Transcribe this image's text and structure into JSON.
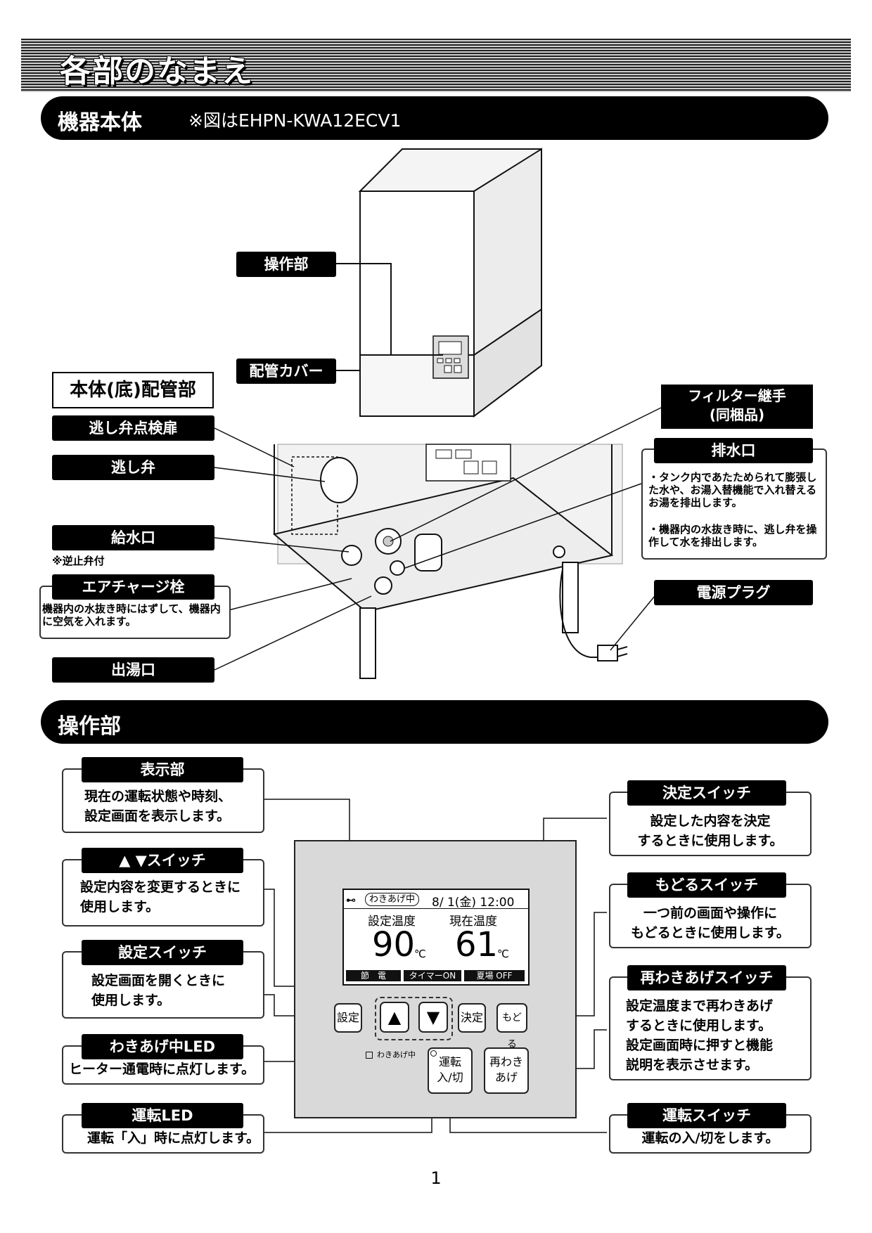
{
  "page_title": "各部のなまえ",
  "section1": {
    "title": "機器本体",
    "note": "※図はEHPN-KWA12ECV1"
  },
  "section2": {
    "title": "操作部"
  },
  "unit_labels": {
    "control_panel": "操作部",
    "pipe_cover": "配管カバー",
    "bottom_piping_heading": "本体(底)配管部",
    "relief_valve_door": "逃し弁点検扉",
    "relief_valve": "逃し弁",
    "water_inlet": "給水口",
    "water_inlet_note": "※逆止弁付",
    "air_charge": "エアチャージ栓",
    "air_charge_desc": "機器内の水抜き時にはずして、機器内に空気を入れます。",
    "hot_outlet": "出湯口",
    "filter_joint": "フィルター継手\n(同梱品)",
    "drain": "排水口",
    "drain_desc_1": "・タンク内であたためられて膨張した水や、お湯入替機能で入れ替えるお湯を排出します。",
    "drain_desc_2": "・機器内の水抜き時に、逃し弁を操作して水を排出します。",
    "power_plug": "電源プラグ"
  },
  "panel_callouts": {
    "display": {
      "label": "表示部",
      "desc": "現在の運転状態や時刻、\n設定画面を表示します。"
    },
    "updown": {
      "label": "▲ ▼スイッチ",
      "desc": "設定内容を変更するときに\n使用します。"
    },
    "settings": {
      "label": "設定スイッチ",
      "desc": "設定画面を開くときに\n使用します。"
    },
    "heating_led": {
      "label": "わきあげ中LED",
      "desc": "ヒーター通電時に点灯します。"
    },
    "run_led": {
      "label": "運転LED",
      "desc": "運転「入」時に点灯します。"
    },
    "decide": {
      "label": "決定スイッチ",
      "desc": "設定した内容を決定\nするときに使用します。"
    },
    "back": {
      "label": "もどるスイッチ",
      "desc": "一つ前の画面や操作に\nもどるときに使用します。"
    },
    "reheat": {
      "label": "再わきあげスイッチ",
      "desc": "設定温度まで再わきあげ\nするときに使用します。\n設定画面時に押すと機能\n説明を表示させます。"
    },
    "run": {
      "label": "運転スイッチ",
      "desc": "運転の入/切をします。"
    }
  },
  "lcd": {
    "status": "わきあげ中",
    "date": "8/ 1(金) 12:00",
    "set_temp_label": "設定温度",
    "cur_temp_label": "現在温度",
    "set_temp": "90",
    "cur_temp": "61",
    "unit": "℃",
    "tab1": "節　電",
    "tab2": "タイマーON",
    "tab3": "夏場 OFF"
  },
  "buttons": {
    "settings": "設定",
    "decide": "決定",
    "back": "もどる",
    "run_line1": "運転",
    "run_line2": "入/切",
    "reheat_line1": "再わき",
    "reheat_line2": "あげ",
    "heating_led_label": "わきあげ中"
  },
  "page_number": "1"
}
